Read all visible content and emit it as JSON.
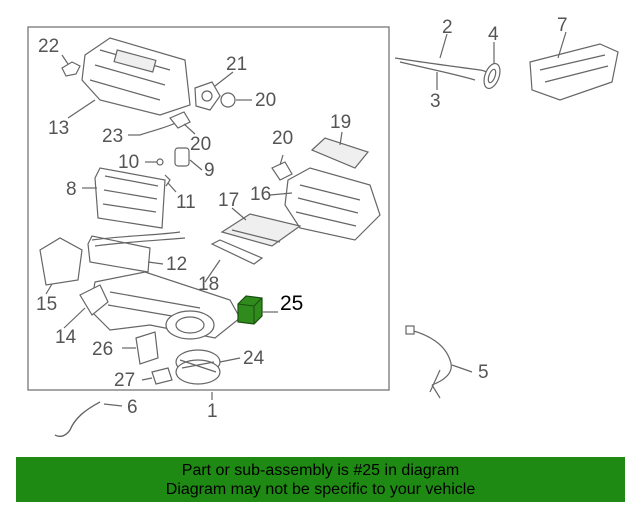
{
  "labels": {
    "l22": "22",
    "l21": "21",
    "l20a": "20",
    "l13": "13",
    "l23": "23",
    "l20b": "20",
    "l10": "10",
    "l9": "9",
    "l8": "8",
    "l11": "11",
    "l20c": "20",
    "l19": "19",
    "l16": "16",
    "l17": "17",
    "l12": "12",
    "l18": "18",
    "l15": "15",
    "l14": "14",
    "l25": "25",
    "l26": "26",
    "l24": "24",
    "l27": "27",
    "l1": "1",
    "l2": "2",
    "l3": "3",
    "l4": "4",
    "l7": "7",
    "l5": "5",
    "l6": "6"
  },
  "highlight_part": "25",
  "colors": {
    "highlight": "#2e8b1c",
    "banner": "#1e8a13"
  },
  "banner": {
    "line1": "Part or sub-assembly is #25 in diagram",
    "line2": "Diagram may not be specific to your vehicle"
  }
}
